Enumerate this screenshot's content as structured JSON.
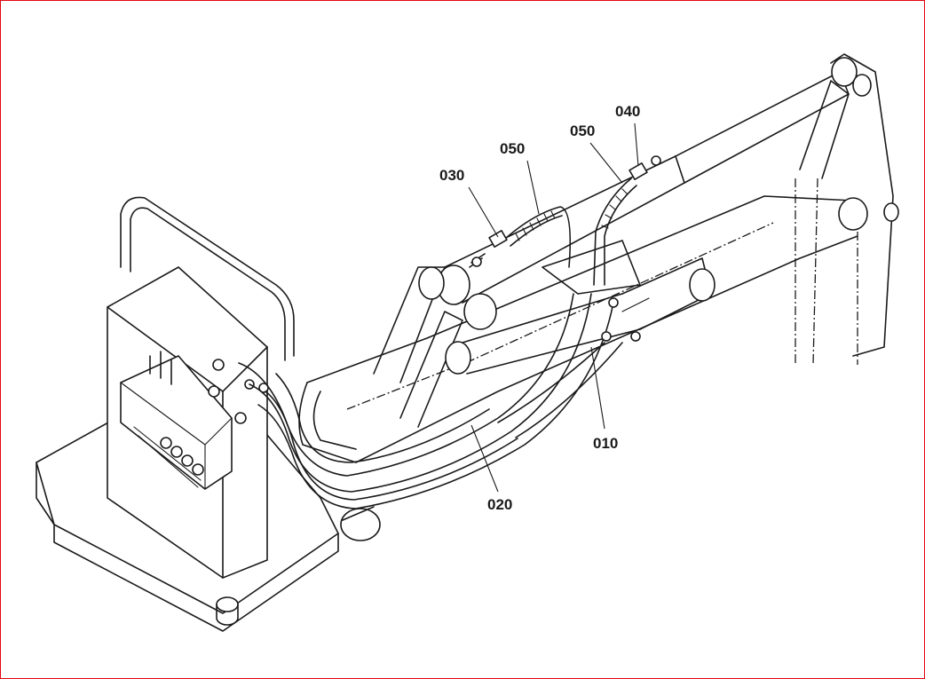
{
  "colors": {
    "border": "#e30613",
    "ink": "#1a1a1a",
    "background": "#ffffff"
  },
  "callouts": {
    "p010": "010",
    "p020": "020",
    "p030": "030",
    "p040": "040",
    "p050a": "050",
    "p050b": "050"
  }
}
